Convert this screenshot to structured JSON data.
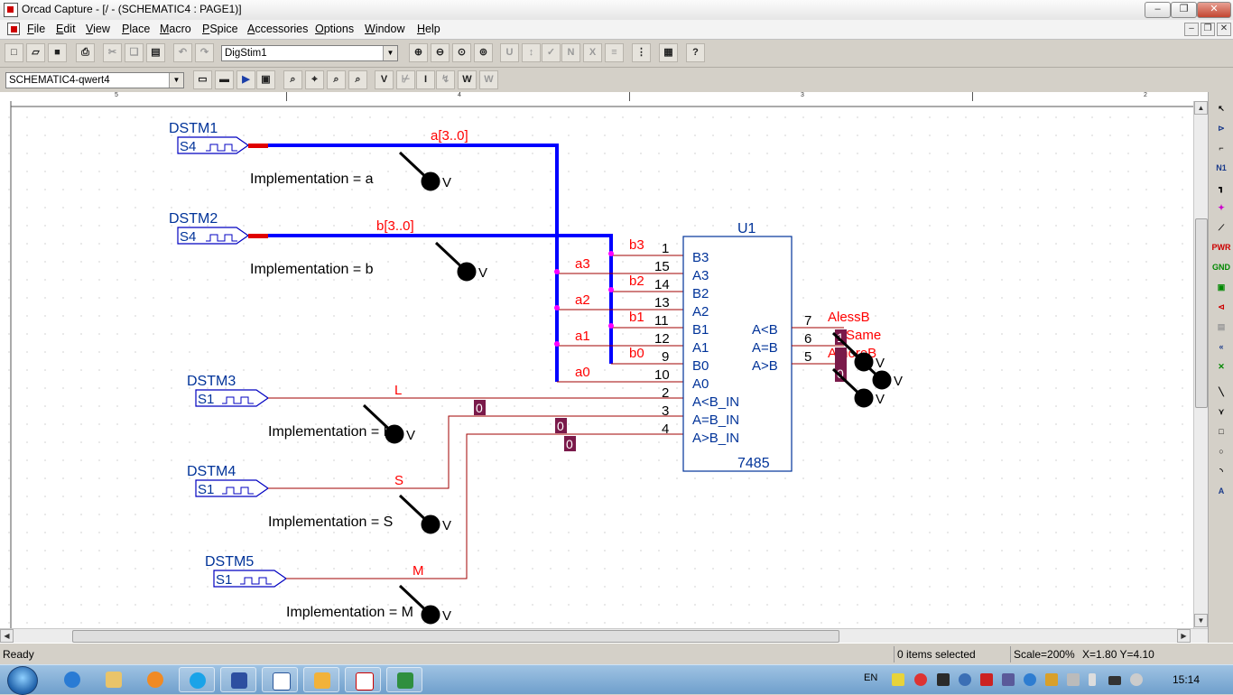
{
  "window": {
    "title": "Orcad Capture - [/ - (SCHEMATIC4 : PAGE1)]",
    "buttons": {
      "minimize": "‒",
      "restore": "❐",
      "close": "✕"
    }
  },
  "menu": {
    "items": [
      "File",
      "Edit",
      "View",
      "Place",
      "Macro",
      "PSpice",
      "Accessories",
      "Options",
      "Window",
      "Help"
    ]
  },
  "toolbar1": {
    "part_combo_value": "DigStim1"
  },
  "toolbar2": {
    "schematic_combo_value": "SCHEMATIC4-qwert4",
    "markers": [
      "V",
      "I",
      "W"
    ]
  },
  "ruler": {
    "labels": [
      "5",
      "4",
      "3",
      "2"
    ]
  },
  "schematic": {
    "stimuli": [
      {
        "ref": "DSTM1",
        "type": "S4",
        "impl": "Implementation = a"
      },
      {
        "ref": "DSTM2",
        "type": "S4",
        "impl": "Implementation = b"
      },
      {
        "ref": "DSTM3",
        "type": "S1",
        "impl": "Implementation = L"
      },
      {
        "ref": "DSTM4",
        "type": "S1",
        "impl": "Implementation = S"
      },
      {
        "ref": "DSTM5",
        "type": "S1",
        "impl": "Implementation = M"
      }
    ],
    "nets": {
      "bus_a": "a[3..0]",
      "bus_b": "b[3..0]",
      "L": "L",
      "S": "S",
      "M": "M",
      "a3": "a3",
      "a2": "a2",
      "a1": "a1",
      "a0": "a0",
      "b3": "b3",
      "b2": "b2",
      "b1": "b1",
      "b0": "b0",
      "out_lt": "AlessB",
      "out_eq": "Same",
      "out_gt": "AmoreB"
    },
    "part": {
      "refdes": "U1",
      "value": "7485",
      "pins_left": [
        {
          "num": "1",
          "name": "B3"
        },
        {
          "num": "15",
          "name": "A3"
        },
        {
          "num": "14",
          "name": "B2"
        },
        {
          "num": "13",
          "name": "A2"
        },
        {
          "num": "11",
          "name": "B1"
        },
        {
          "num": "12",
          "name": "A1"
        },
        {
          "num": "9",
          "name": "B0"
        },
        {
          "num": "10",
          "name": "A0"
        },
        {
          "num": "2",
          "name": "A<B_IN"
        },
        {
          "num": "3",
          "name": "A=B_IN"
        },
        {
          "num": "4",
          "name": "A>B_IN"
        }
      ],
      "pins_right": [
        {
          "num": "7",
          "name": "A<B"
        },
        {
          "num": "6",
          "name": "A=B"
        },
        {
          "num": "5",
          "name": "A>B"
        }
      ]
    },
    "probe_label": "V",
    "logic_values": {
      "in_lt": "0",
      "in_eq": "0",
      "in_gt": "0",
      "out_lt": "1",
      "out_gt": "0"
    }
  },
  "status": {
    "ready": "Ready",
    "selection": "0 items selected",
    "scale": "Scale=200%",
    "coords": "X=1.80  Y=4.10"
  },
  "taskbar": {
    "language": "EN",
    "clock": "15:14"
  },
  "colors": {
    "bus": "#0000ff",
    "wire": "#a00000",
    "net_label": "#ff0000",
    "part_text": "#003399",
    "logic_box": "#7a1a4a",
    "stim_outline": "#0000c0"
  }
}
